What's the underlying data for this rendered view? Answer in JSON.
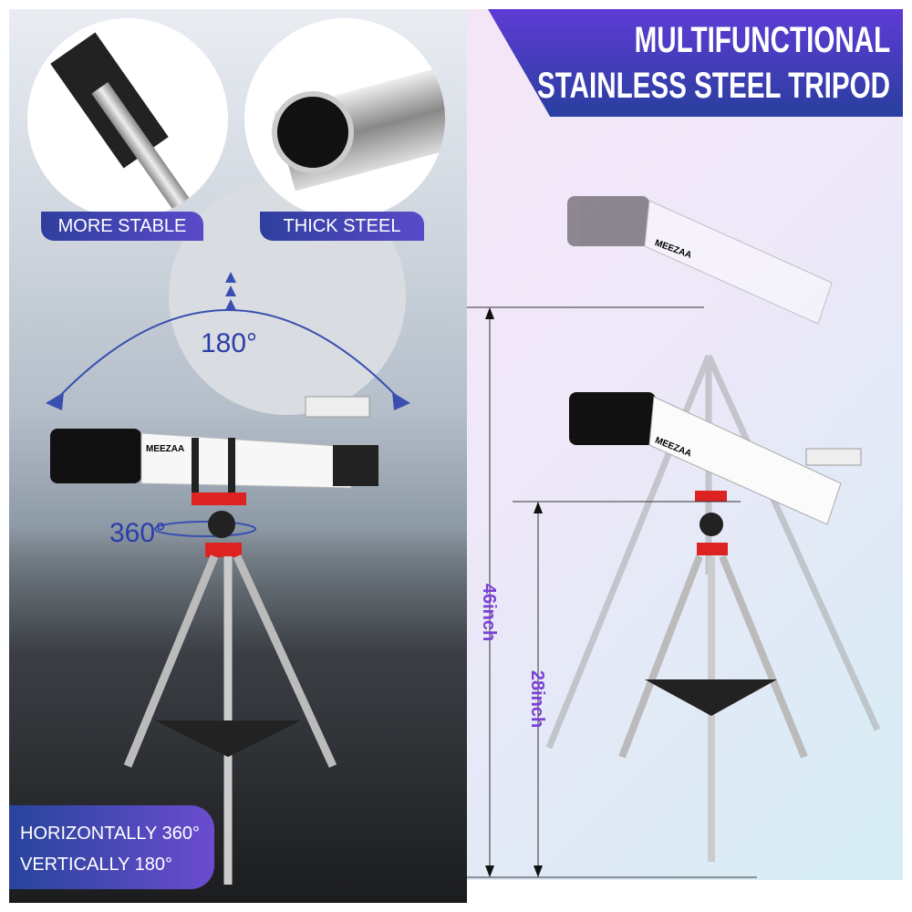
{
  "left_panel": {
    "badges": [
      {
        "label": "MORE STABLE"
      },
      {
        "label": "THICK STEEL"
      }
    ],
    "vertical_angle": "180°",
    "horizontal_angle": "360°",
    "rotation_box": {
      "line1": "HORIZONTALLY 360°",
      "line2": "VERTICALLY 180°"
    },
    "brand": "MEEZAA"
  },
  "right_panel": {
    "banner": {
      "line1": "MULTIFUNCTIONAL",
      "line2": "STAINLESS STEEL TRIPOD"
    },
    "max_height": "46inch",
    "min_height": "28inch",
    "brand": "MEEZAA"
  },
  "colors": {
    "accent_purple": "#5f3bd6",
    "accent_blue": "#283f9e",
    "dimension": "#7a3fd6"
  }
}
